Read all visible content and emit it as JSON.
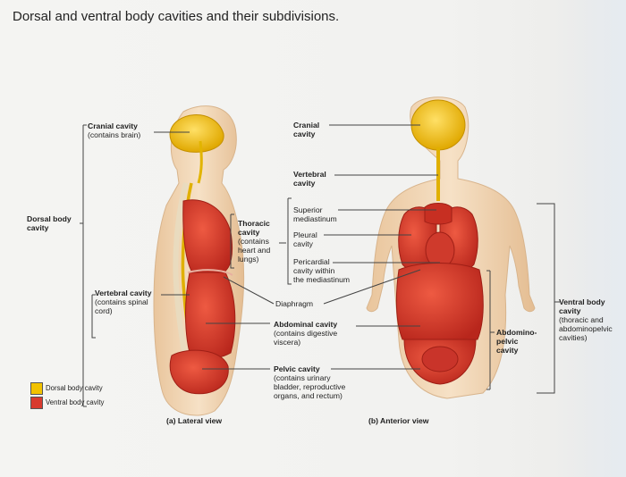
{
  "title": "Dorsal and ventral body cavities and their subdivisions.",
  "labels": {
    "cranial_cavity_left": "Cranial cavity",
    "cranial_cavity_left_sub": "(contains brain)",
    "dorsal_body_cavity": "Dorsal body\ncavity",
    "vertebral_cavity_left": "Vertebral cavity",
    "vertebral_cavity_left_sub": "(contains spinal\ncord)",
    "thoracic_cavity": "Thoracic\ncavity",
    "thoracic_cavity_sub": "(contains\nheart and\nlungs)",
    "cranial_cavity_right": "Cranial\ncavity",
    "vertebral_cavity_right": "Vertebral\ncavity",
    "superior_mediastinum": "Superior\nmediastinum",
    "pleural_cavity": "Pleural\ncavity",
    "pericardial_cavity": "Pericardial\ncavity within\nthe mediastinum",
    "diaphragm": "Diaphragm",
    "abdominal_cavity": "Abdominal cavity",
    "abdominal_cavity_sub": "(contains digestive\nviscera)",
    "pelvic_cavity": "Pelvic cavity",
    "pelvic_cavity_sub": "(contains urinary\nbladder, reproductive\norgans, and rectum)",
    "abdominopelvic_cavity": "Abdomino-\npelvic\ncavity",
    "ventral_body_cavity": "Ventral body\ncavity",
    "ventral_body_cavity_sub": "(thoracic and\nabdominopelvic\ncavities)",
    "lateral_view": "(a) Lateral view",
    "anterior_view": "(b) Anterior view"
  },
  "legend": [
    {
      "label": "Dorsal body cavity",
      "color": "#f2c200"
    },
    {
      "label": "Ventral body cavity",
      "color": "#d83a2e"
    }
  ],
  "colors": {
    "dorsal": "#f2c200",
    "ventral": "#d83a2e",
    "skin": "#f1d7b4",
    "bone": "#ece3cc"
  }
}
